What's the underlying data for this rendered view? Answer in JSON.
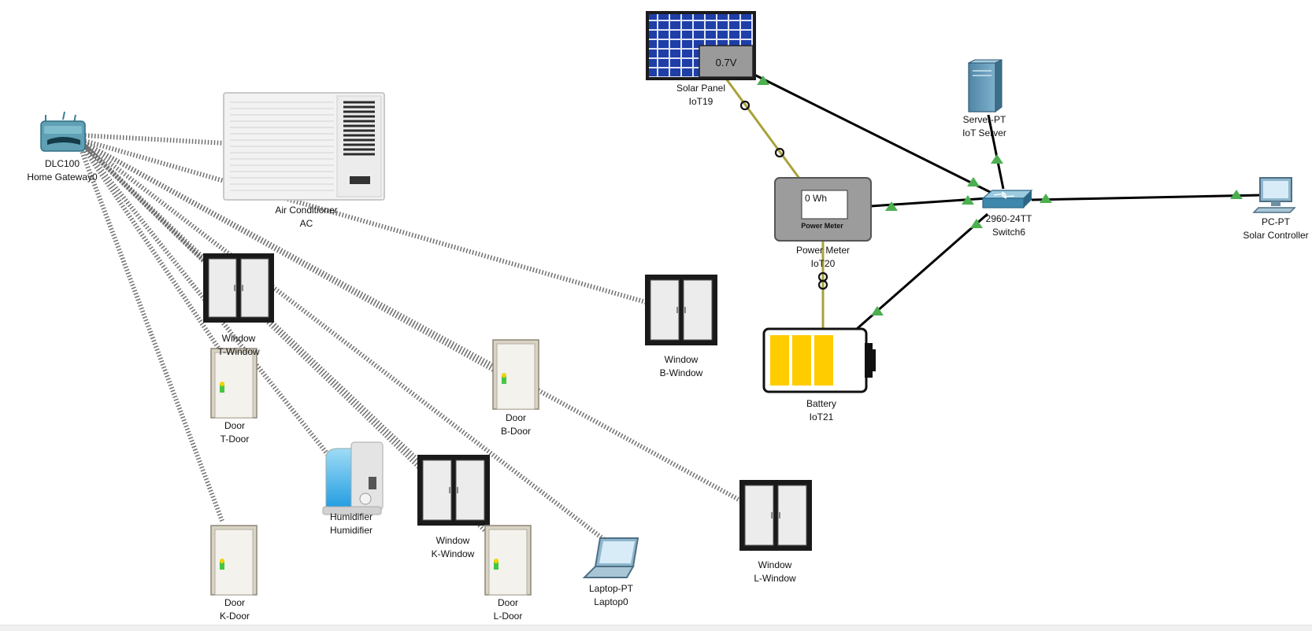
{
  "colors": {
    "background": "#ffffff",
    "wireless_link": "#6f6f6f",
    "copper_link": "#000000",
    "power_link": "#a8a23a",
    "link_up": "#4caf50",
    "battery_charge": "#ffcc00"
  },
  "devices": {
    "gateway": {
      "model": "DLC100",
      "name": "Home Gateway0",
      "icon": "home-gateway-icon"
    },
    "ac": {
      "model": "Air Conditioner",
      "name": "AC",
      "icon": "air-conditioner-icon"
    },
    "t_window": {
      "model": "Window",
      "name": "T-Window",
      "icon": "window-icon"
    },
    "t_door": {
      "model": "Door",
      "name": "T-Door",
      "icon": "door-icon"
    },
    "k_door": {
      "model": "Door",
      "name": "K-Door",
      "icon": "door-icon"
    },
    "humidifier": {
      "model": "Humidifier",
      "name": "Humidifier",
      "icon": "humidifier-icon"
    },
    "k_window": {
      "model": "Window",
      "name": "K-Window",
      "icon": "window-icon"
    },
    "l_door": {
      "model": "Door",
      "name": "L-Door",
      "icon": "door-icon"
    },
    "b_door": {
      "model": "Door",
      "name": "B-Door",
      "icon": "door-icon"
    },
    "b_window": {
      "model": "Window",
      "name": "B-Window",
      "icon": "window-icon"
    },
    "laptop": {
      "model": "Laptop-PT",
      "name": "Laptop0",
      "icon": "laptop-icon"
    },
    "l_window": {
      "model": "Window",
      "name": "L-Window",
      "icon": "window-icon"
    },
    "solar": {
      "model": "Solar Panel",
      "name": "IoT19",
      "icon": "solar-panel-icon",
      "readout": "0.7V"
    },
    "meter": {
      "model": "Power Meter",
      "name": "IoT20",
      "icon": "power-meter-icon",
      "readout": "0 Wh",
      "caption": "Power Meter"
    },
    "battery": {
      "model": "Battery",
      "name": "IoT21",
      "icon": "battery-icon"
    },
    "server": {
      "model": "Server-PT",
      "name": "IoT Server",
      "icon": "server-icon"
    },
    "switch": {
      "model": "2960-24TT",
      "name": "Switch6",
      "icon": "switch-icon"
    },
    "pc": {
      "model": "PC-PT",
      "name": "Solar Controller",
      "icon": "pc-icon"
    }
  }
}
